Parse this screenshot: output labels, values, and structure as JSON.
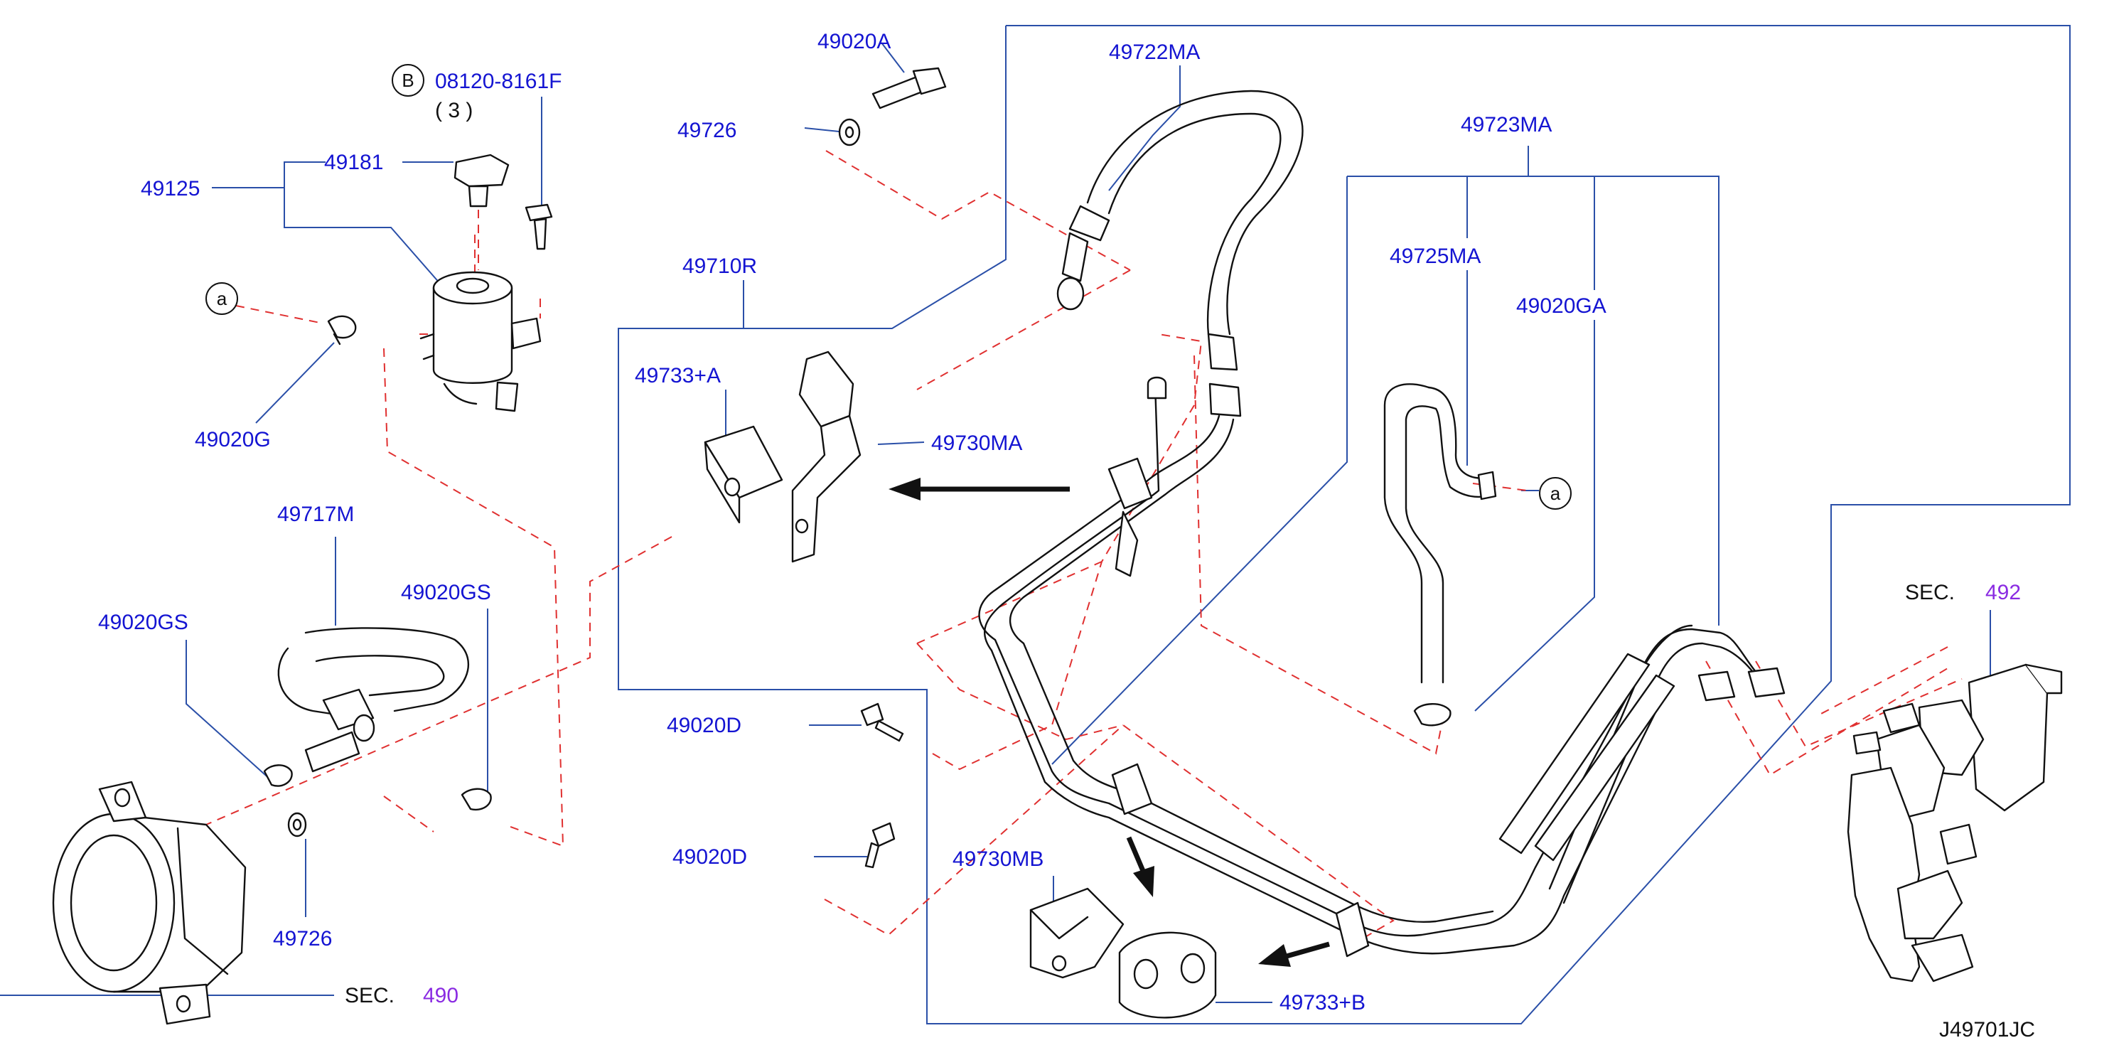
{
  "diagram": {
    "doc_code": "J49701JC",
    "callouts": {
      "part_49020A": "49020A",
      "part_49726_top": "49726",
      "part_49722MA": "49722MA",
      "part_49723MA": "49723MA",
      "part_49725MA": "49725MA",
      "part_49020GA": "49020GA",
      "part_49710R": "49710R",
      "part_49733A": "49733+A",
      "part_49730MA": "49730MA",
      "part_49181": "49181",
      "part_49125": "49125",
      "part_08120": "08120-8161F",
      "part_08120_qty": "( 3 )",
      "part_49020G": "49020G",
      "part_49717M": "49717M",
      "part_49020GS_left": "49020GS",
      "part_49020GS_right": "49020GS",
      "part_49726_bottom": "49726",
      "part_49020D_upper": "49020D",
      "part_49020D_lower": "49020D",
      "part_49730MB": "49730MB",
      "part_49733B": "49733+B"
    },
    "markers": {
      "bolt_marker": "B",
      "ref_a_left": "a",
      "ref_a_right": "a"
    },
    "section_refs": {
      "sec_490_prefix": "SEC.",
      "sec_490_number": "490",
      "sec_492_prefix": "SEC.",
      "sec_492_number": "492"
    },
    "colors": {
      "label": "#1414d2",
      "leader": "#2a4fa8",
      "dashed_reference": "#e03030",
      "section_number": "#8a2be2",
      "outline": "#111111"
    }
  }
}
